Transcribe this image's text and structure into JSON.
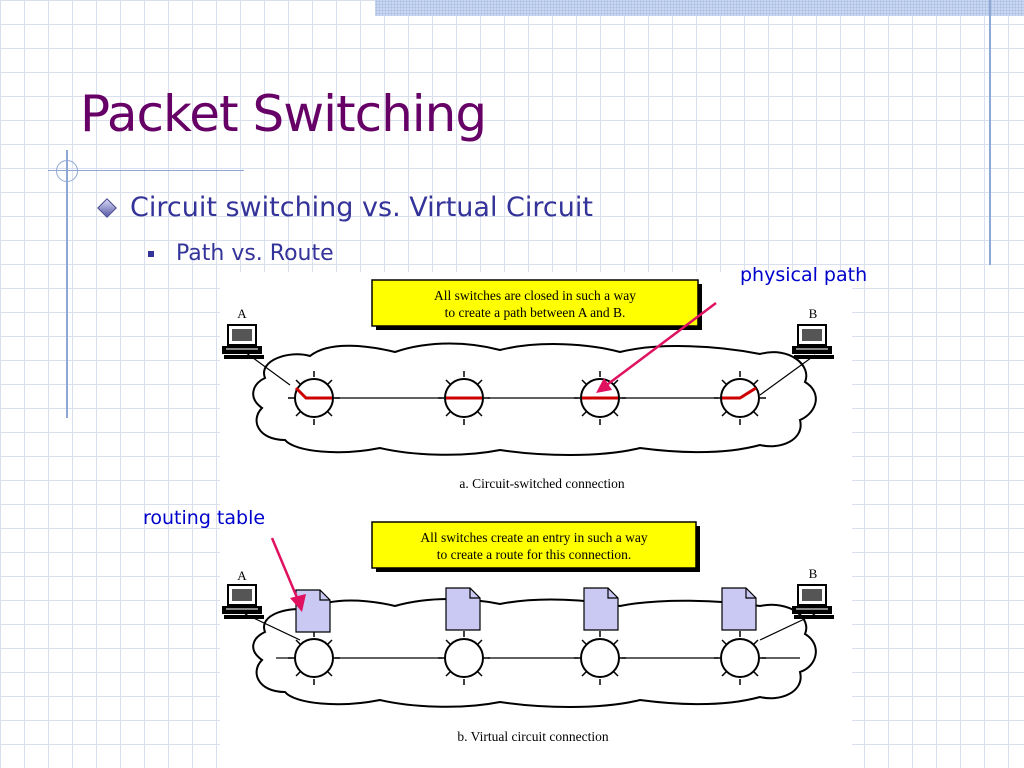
{
  "slide": {
    "title": "Packet Switching",
    "bullet_level1": "Circuit switching vs. Virtual Circuit",
    "bullet_level2": "Path vs. Route"
  },
  "callouts": {
    "physical_path": "physical path",
    "routing_table": "routing table"
  },
  "diagram_a": {
    "box_line1": "All switches are closed in such a way",
    "box_line2": "to create a path between A and B.",
    "label_a": "A",
    "label_b": "B",
    "caption": "a. Circuit-switched connection"
  },
  "diagram_b": {
    "box_line1": "All switches create an entry in such a way",
    "box_line2": "to create a route for this connection.",
    "label_a": "A",
    "label_b": "B",
    "caption": "b. Virtual circuit connection"
  },
  "colors": {
    "title": "#660066",
    "bullet_text": "#333399",
    "callout_text": "#0000cc",
    "arrow": "#e0115f",
    "note_box": "#ffff00",
    "active_path": "#cc0000",
    "table_icon": "#c9c9f4"
  }
}
